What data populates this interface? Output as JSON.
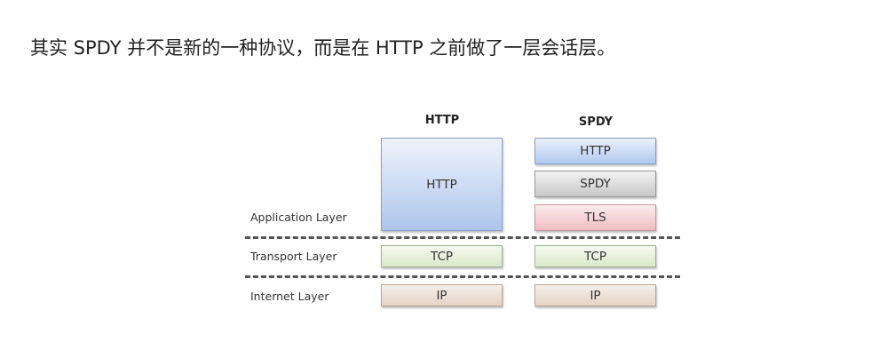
{
  "intro_text": "其实 SPDY 并不是新的一种协议，而是在 HTTP 之前做了一层会话层。",
  "diagram": {
    "stacks": [
      {
        "title": "HTTP",
        "boxes": {
          "application": "HTTP",
          "transport": "TCP",
          "internet": "IP"
        }
      },
      {
        "title": "SPDY",
        "boxes": {
          "http": "HTTP",
          "spdy": "SPDY",
          "tls": "TLS",
          "transport": "TCP",
          "internet": "IP"
        }
      }
    ],
    "layers": {
      "application": "Application Layer",
      "transport": "Transport Layer",
      "internet": "Internet Layer"
    },
    "colors": {
      "http_blue": "#b2c8ee",
      "spdy_gray": "#c8c8c8",
      "tls_pink": "#f0bcc3",
      "tcp_green": "#dbe9cc",
      "ip_tan": "#e3d3c5"
    }
  }
}
